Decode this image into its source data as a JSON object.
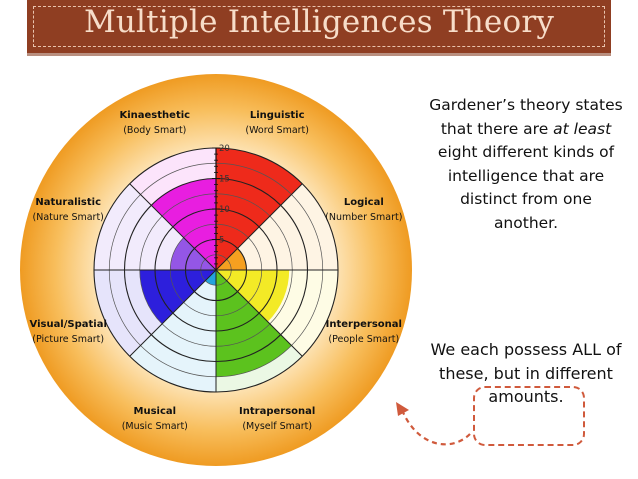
{
  "title": "Multiple Intelligences Theory",
  "wheel": {
    "scale_ticks": [
      "5",
      "10",
      "15",
      "20"
    ],
    "segments": [
      {
        "name": "Linguistic",
        "subtitle": "(Word Smart)",
        "level": 20,
        "color": "#ee2a1b"
      },
      {
        "name": "Logical",
        "subtitle": "(Number Smart)",
        "level": 5,
        "color": "#f5a020"
      },
      {
        "name": "Interpersonal",
        "subtitle": "(People Smart)",
        "level": 12,
        "color": "#f3ea26"
      },
      {
        "name": "Intrapersonal",
        "subtitle": "(Myself Smart)",
        "level": 17.5,
        "color": "#5cc21e"
      },
      {
        "name": "Musical",
        "subtitle": "(Music Smart)",
        "level": 2.5,
        "color": "#23a3dc"
      },
      {
        "name": "Visual/Spatial",
        "subtitle": "(Picture Smart)",
        "level": 12.5,
        "color": "#2d1fdc"
      },
      {
        "name": "Naturalistic",
        "subtitle": "(Nature Smart)",
        "level": 7.5,
        "color": "#9456e6"
      },
      {
        "name": "Kinaesthetic",
        "subtitle": "(Body Smart)",
        "level": 15,
        "color": "#e81ee0"
      }
    ]
  },
  "text": {
    "desc_1": "Gardener’s theory states that there are ",
    "desc_em": "at least",
    "desc_2": " eight different kinds of intelligence that are distinct from one another.",
    "note": "We each possess ALL of these, but in different amounts."
  },
  "colors": {
    "title_bg": "#8f3e22",
    "title_text": "#f7ddc9",
    "wheel_outer": "#f2a72e",
    "arrow": "#d05a3c"
  }
}
